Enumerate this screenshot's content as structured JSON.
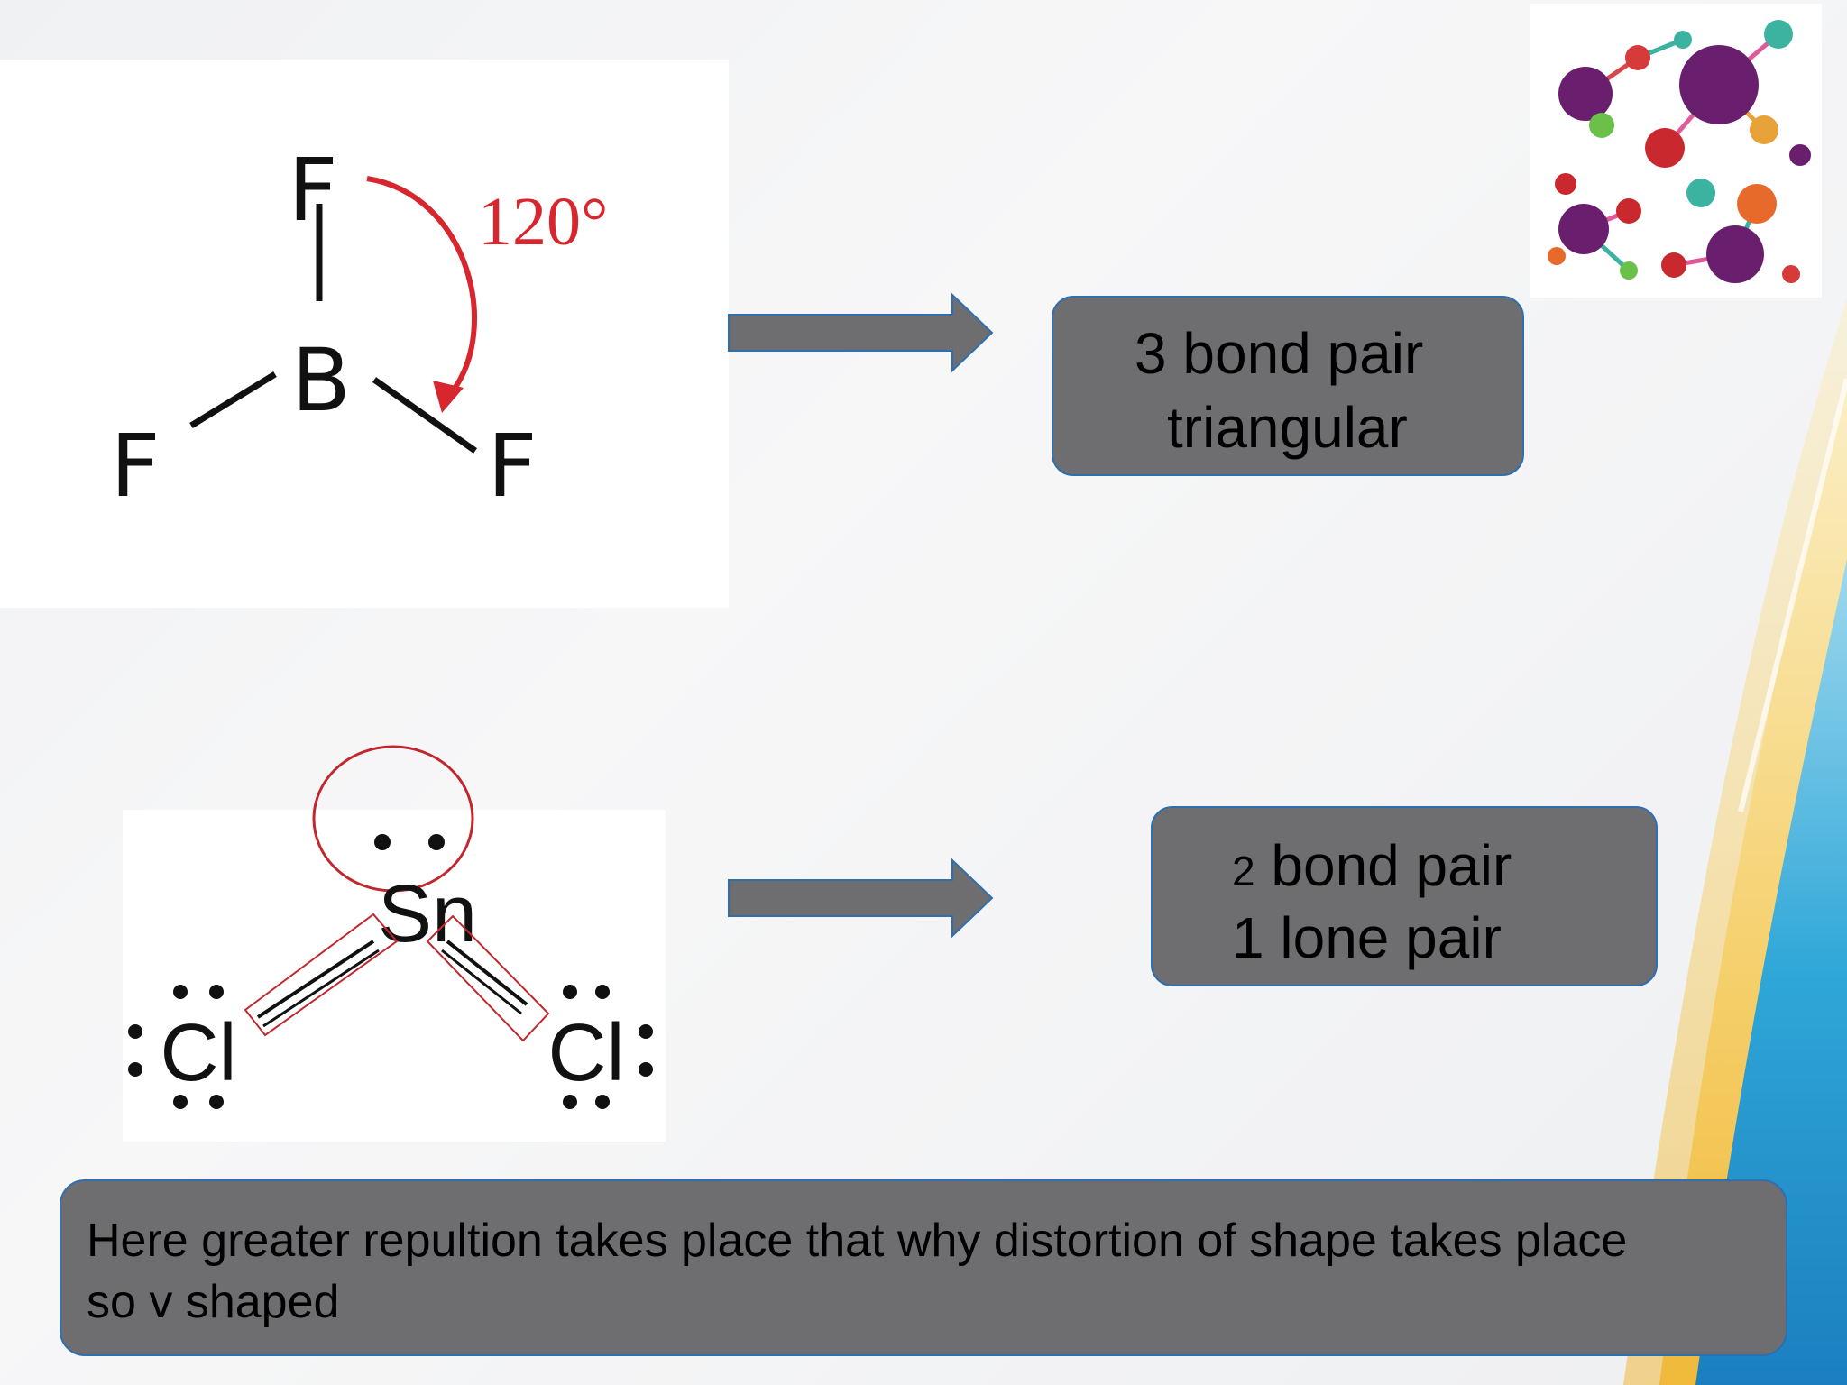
{
  "bf3": {
    "top_atom": "F",
    "center_atom": "B",
    "left_atom": "F",
    "right_atom": "F",
    "angle_label": "120°"
  },
  "sncl2": {
    "center_atom": "Sn",
    "left_atom": "Cl",
    "right_atom": "Cl"
  },
  "box1": {
    "line1": "3 bond pair",
    "line2": "triangular"
  },
  "box2": {
    "line1_num": "2",
    "line1_rest": " bond pair",
    "line2": "1 lone pair"
  },
  "bottom": {
    "line1": "Here greater repultion takes place that why distortion of shape takes place",
    "line2": "so v shaped"
  },
  "colors": {
    "box_fill": "#6e6e70",
    "box_border": "#2f6fb0",
    "angle_arrow": "#d7262e",
    "highlight": "#c0282e"
  },
  "icons": {
    "molecule_thumbnail": "molecule-model-image"
  }
}
